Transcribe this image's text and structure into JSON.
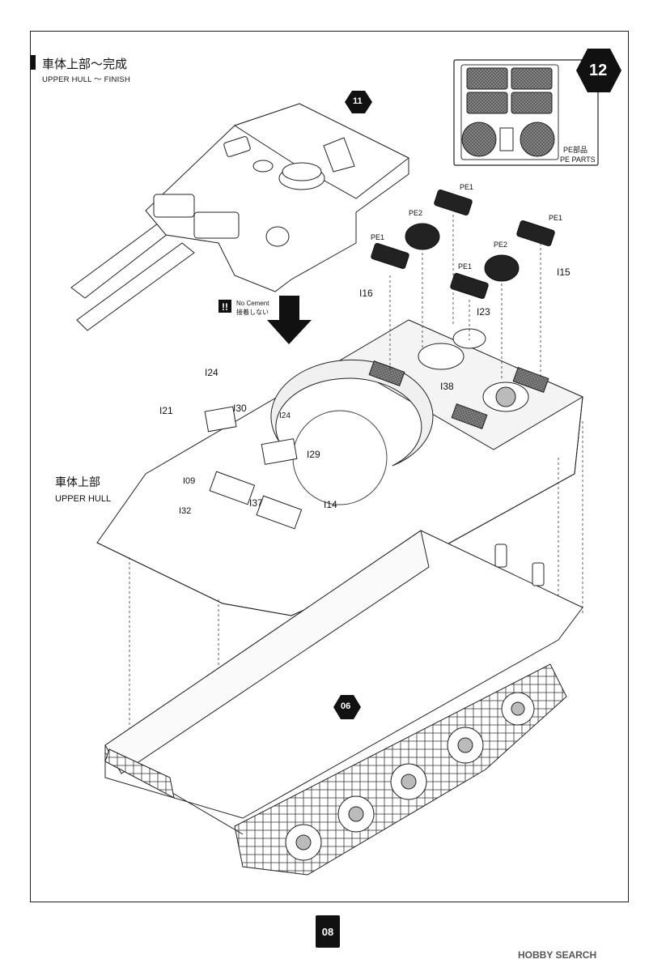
{
  "header": {
    "title_jp": "車体上部～完成",
    "title_en": "UPPER HULL ～ FINISH"
  },
  "step_number": "12",
  "ref_steps": {
    "upper": "11",
    "lower": "06"
  },
  "pe_box": {
    "label_jp": "PE部品",
    "label_en": "PE PARTS"
  },
  "warning": {
    "en": "No Cement",
    "jp": "接着しない"
  },
  "upper_hull_label": {
    "jp": "車体上部",
    "en": "UPPER HULL"
  },
  "parts": {
    "pe1_a": "PE1",
    "pe1_b": "PE1",
    "pe1_c": "PE1",
    "pe1_d": "PE1",
    "pe2_a": "PE2",
    "pe2_b": "PE2",
    "i15": "I15",
    "i16": "I16",
    "i23": "I23",
    "i38": "I38",
    "i24_a": "I24",
    "i24_b": "I24",
    "i21": "I21",
    "i30": "I30",
    "i29": "I29",
    "i09": "I09",
    "i37": "I37",
    "i14": "I14",
    "i32": "I32"
  },
  "page_number": "08",
  "watermark": "HOBBY SEARCH"
}
